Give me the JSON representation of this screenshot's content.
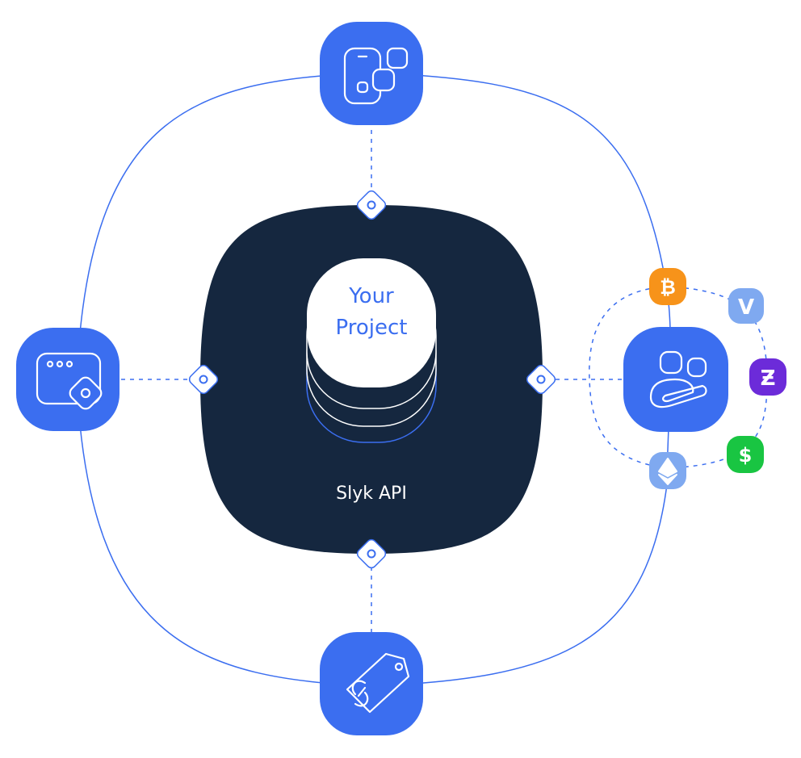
{
  "project": {
    "line1": "Your",
    "line2": "Project"
  },
  "api_label": "Slyk API",
  "nodes": {
    "top": "apps-icon",
    "left": "browser-plugin-icon",
    "right": "users-icon",
    "bottom": "link-tag-icon"
  },
  "payments": [
    {
      "name": "bitcoin-icon",
      "glyph": "₿",
      "color": "#F7931A"
    },
    {
      "name": "venmo-icon",
      "glyph": "V",
      "color": "#7FA9F0"
    },
    {
      "name": "zcash-icon",
      "glyph": "Ƶ",
      "color": "#6C2BD9"
    },
    {
      "name": "cash-icon",
      "glyph": "$",
      "color": "#19C542"
    },
    {
      "name": "ethereum-icon",
      "glyph": "◆",
      "color": "#7FA9F0"
    }
  ],
  "colors": {
    "primary": "#3B6EF0",
    "dark": "#15273F",
    "line": "#3B6EF0",
    "project_text": "#3B6EF0",
    "api_text": "#ffffff"
  }
}
